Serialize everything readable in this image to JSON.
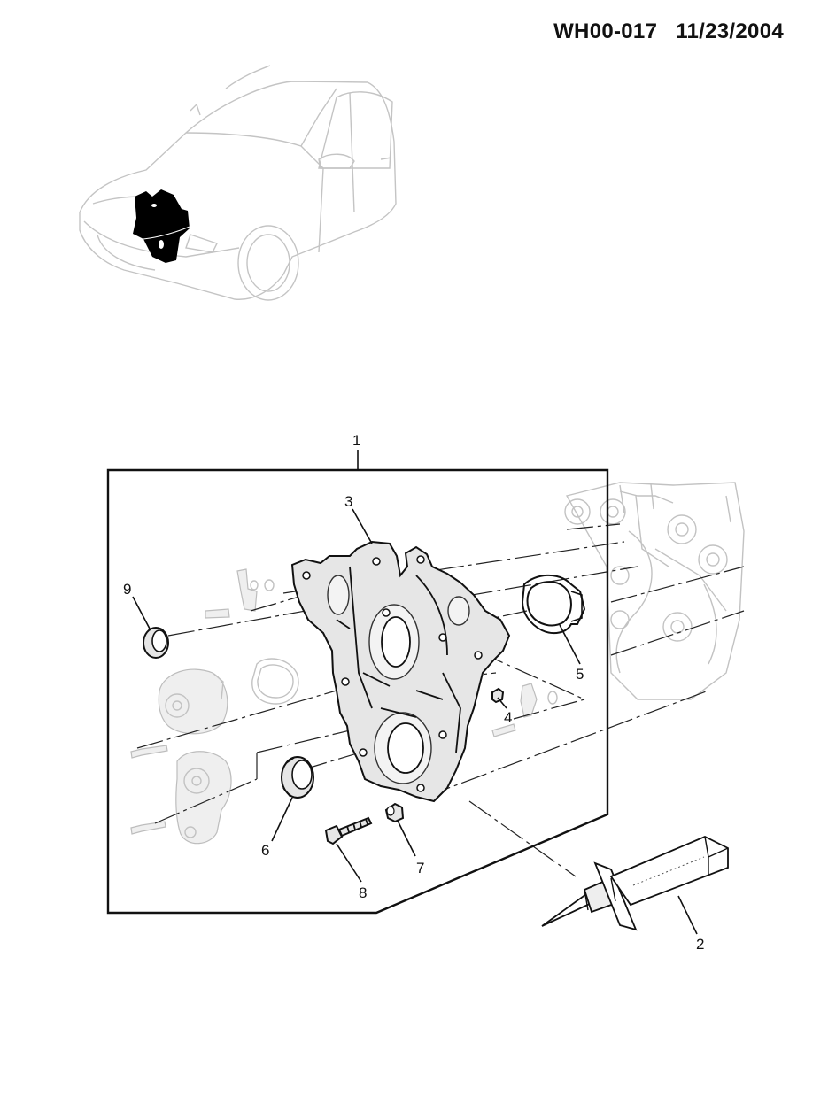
{
  "header": {
    "drawing_code": "WH00-017",
    "date": "11/23/2004"
  },
  "callouts": [
    {
      "id": "1",
      "label": "1"
    },
    {
      "id": "2",
      "label": "2"
    },
    {
      "id": "3",
      "label": "3"
    },
    {
      "id": "4",
      "label": "4"
    },
    {
      "id": "5",
      "label": "5"
    },
    {
      "id": "6",
      "label": "6"
    },
    {
      "id": "7",
      "label": "7"
    },
    {
      "id": "8",
      "label": "8"
    },
    {
      "id": "9",
      "label": "9"
    }
  ],
  "colors": {
    "ink": "#111111",
    "ghost": "#c2c2c2",
    "highlight": "#000000"
  },
  "icons": {
    "locator": "vehicle-locator-icon",
    "sealant": "sealant-tube-icon"
  }
}
